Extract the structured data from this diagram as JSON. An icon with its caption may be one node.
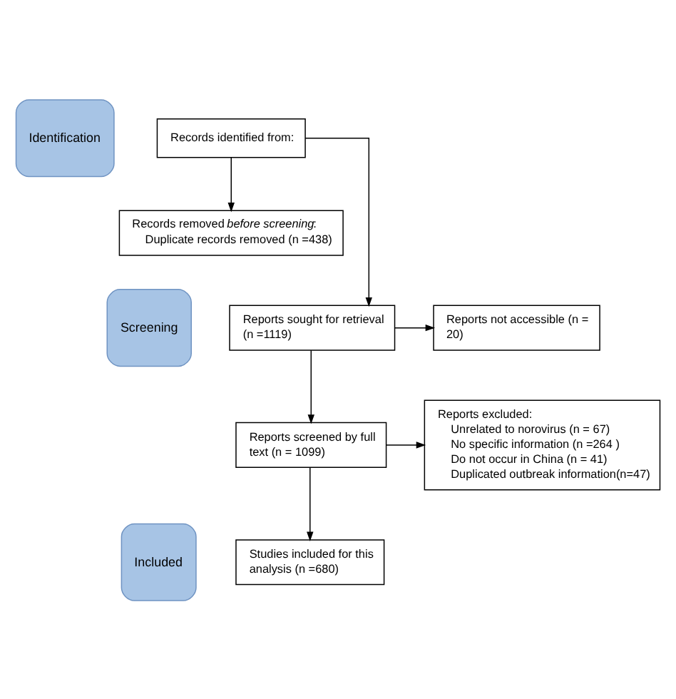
{
  "diagram": {
    "nodes": [
      {
        "text": [
          "Identification"
        ]
      },
      {
        "text": [
          "Records identified from:"
        ]
      },
      {
        "text": [
          "Screening"
        ]
      },
      {
        "text": [
          "Records removed *before screening*:",
          "Duplicate records removed (n =438)"
        ]
      },
      {
        "text": [
          "Reports sought for retrieval (n =1119)"
        ]
      },
      {
        "text": [
          "Reports not accessible (n = 20)"
        ]
      },
      {
        "text": [
          "Reports screened by full text (n = 1099)"
        ]
      },
      {
        "text": [
          "Reports excluded:",
          "Unrelated to norovirus (n = 67)",
          "No specific information (n =264 )",
          "Do not occur in China (n = 41)",
          "Duplicated outbreak information(n=47)"
        ]
      },
      {
        "text": [
          "Included"
        ]
      },
      {
        "text": [
          "Studies included for this analysis (n =680)"
        ]
      }
    ],
    "edges": [
      {
        "from": 1,
        "to": 3,
        "arrow": "to"
      },
      {
        "from": 1,
        "to": 4,
        "arrow": "to"
      },
      {
        "from": 4,
        "to": 5,
        "arrow": "to"
      },
      {
        "from": 4,
        "to": 6,
        "arrow": "to"
      },
      {
        "from": 6,
        "to": 7,
        "arrow": "to"
      },
      {
        "from": 6,
        "to": 9,
        "arrow": "to"
      }
    ]
  }
}
